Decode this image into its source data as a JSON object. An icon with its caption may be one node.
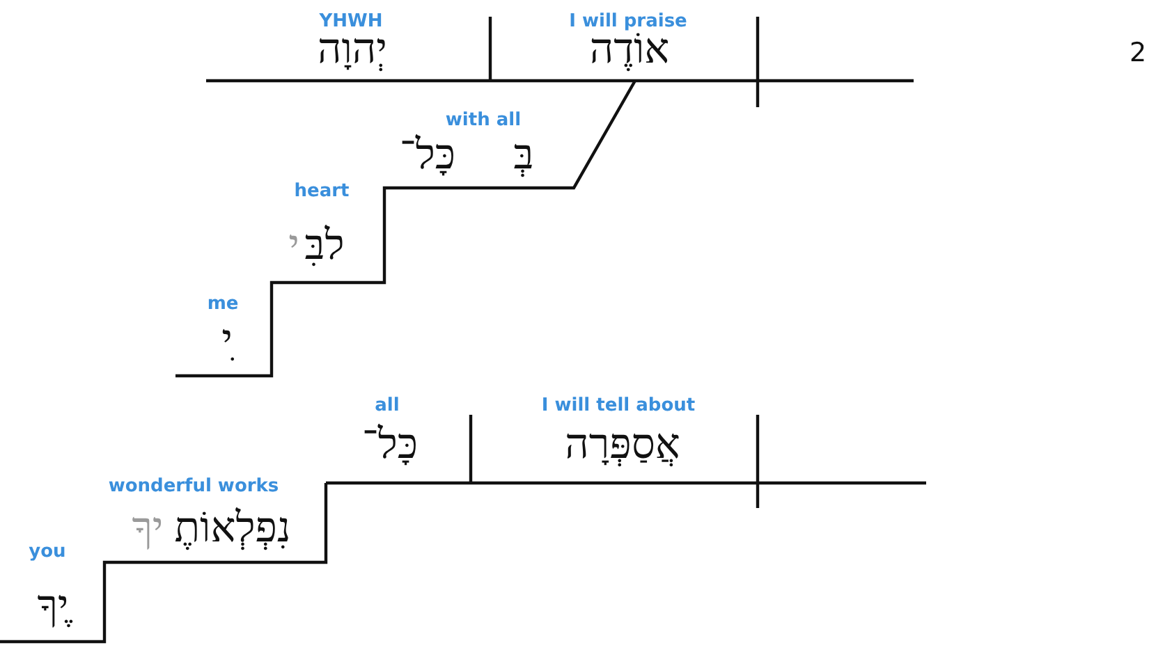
{
  "diagram": {
    "labels": [
      "YHWH",
      "I will praise",
      "יְהוָה",
      "אוֹדֶה",
      "2",
      "with all",
      "כָּל־",
      "בְּ",
      "heart",
      "י",
      "לבִּ",
      "me",
      "ִי",
      "all",
      "I will tell about",
      "כָּל־",
      "אֲסַפְּרָה",
      "wonderful works",
      "יךָ",
      "נִפְלְאוֹתֶ",
      "you",
      "ֶיךָ"
    ]
  }
}
